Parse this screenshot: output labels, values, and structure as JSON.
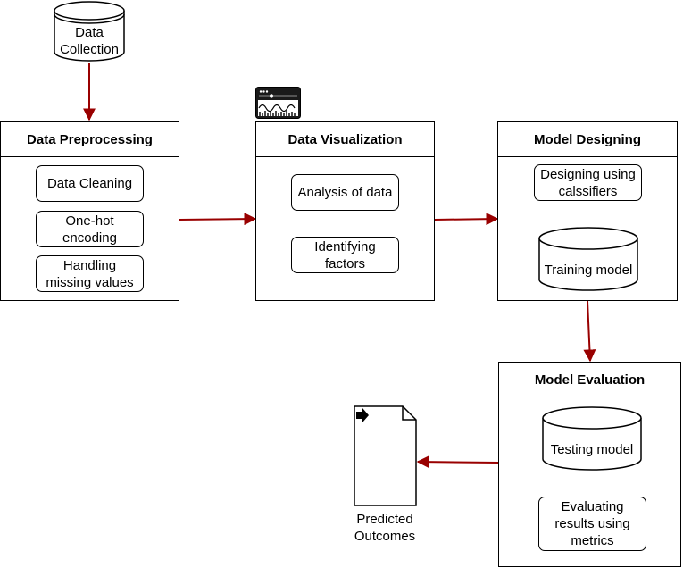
{
  "nodes": {
    "data_collection": "Data\nCollection",
    "preprocessing": {
      "title": "Data Preprocessing",
      "steps": [
        "Data Cleaning",
        "One-hot\nencoding",
        "Handling\nmissing values"
      ]
    },
    "visualization": {
      "title": "Data Visualization",
      "steps": [
        "Analysis of data",
        "Identifying\nfactors"
      ]
    },
    "designing": {
      "title": "Model Designing",
      "step": "Designing using\ncalssifiers",
      "store": "Training model"
    },
    "evaluation": {
      "title": "Model Evaluation",
      "store": "Testing model",
      "step": "Evaluating\nresults using\nmetrics"
    },
    "output": "Predicted\nOutcomes"
  },
  "colors": {
    "main_arrow": "#990000",
    "inner_arrow": "#000000",
    "stroke": "#000000",
    "fill": "#ffffff"
  },
  "icons": [
    "dashboard-chart-icon",
    "arrow-right-icon"
  ]
}
